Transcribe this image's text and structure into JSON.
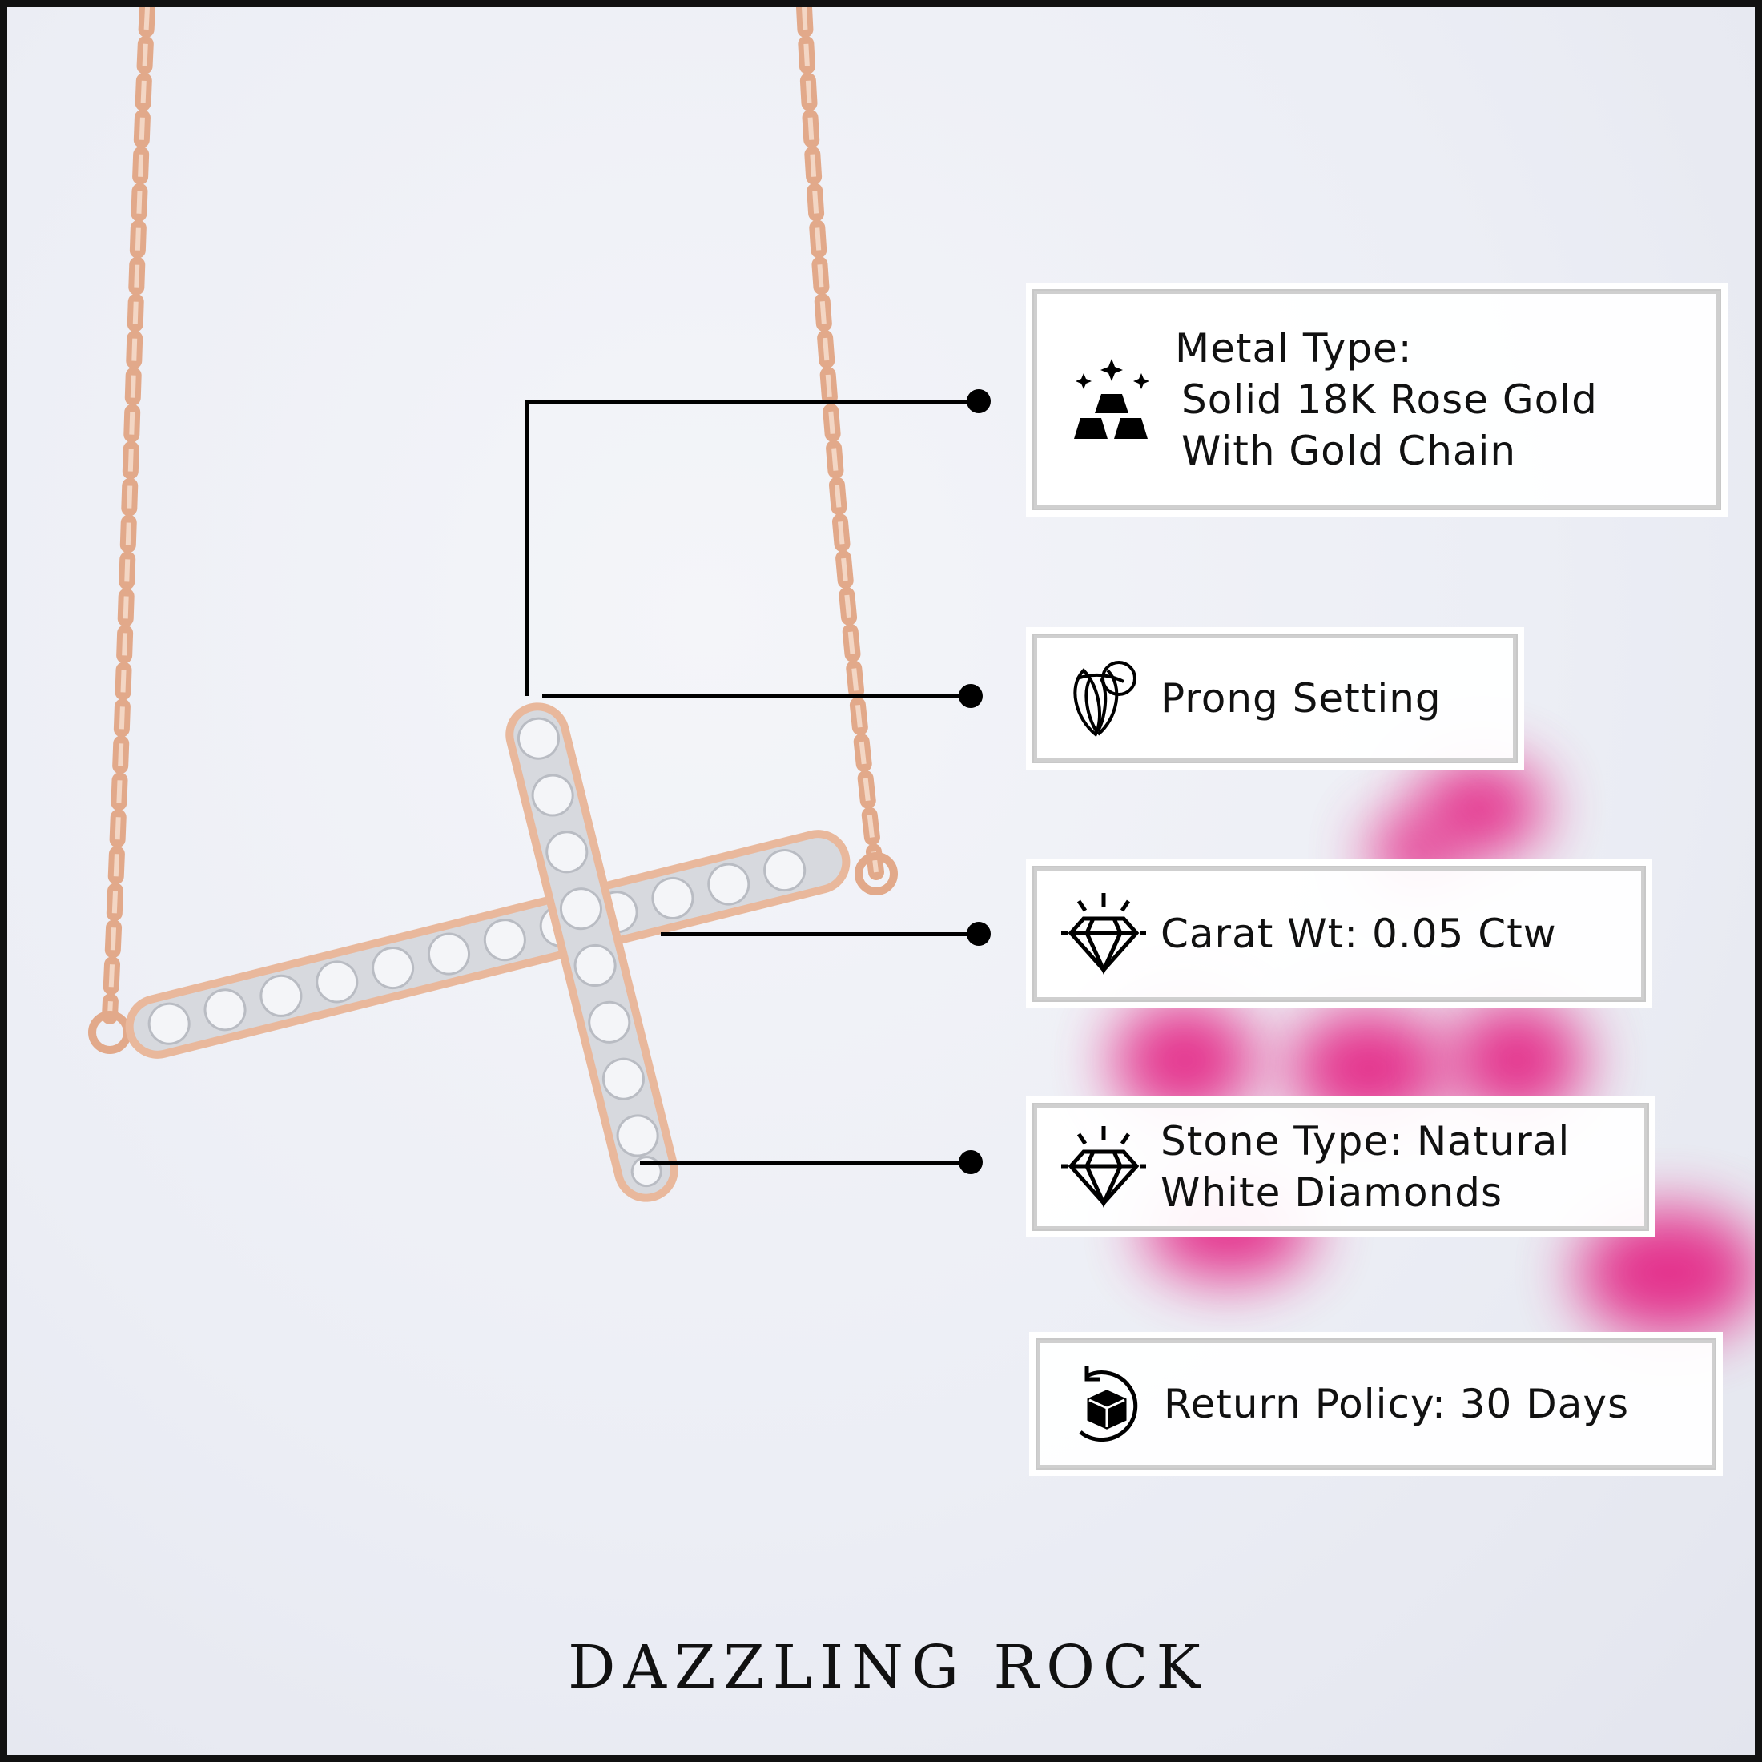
{
  "brand": "DAZZLING ROCK",
  "features": [
    {
      "icon": "gold-bars-icon",
      "lines": [
        "Metal Type:",
        "Solid 18K Rose Gold",
        "With Gold Chain"
      ]
    },
    {
      "icon": "prong-setting-icon",
      "lines": [
        "Prong Setting"
      ]
    },
    {
      "icon": "diamond-icon",
      "lines": [
        "Carat Wt: 0.05 Ctw"
      ]
    },
    {
      "icon": "diamond-icon",
      "lines": [
        "Stone Type: Natural",
        "White Diamonds"
      ]
    },
    {
      "icon": "return-box-icon",
      "lines": [
        "Return Policy: 30 Days"
      ]
    }
  ],
  "colors": {
    "background": "#eceef5",
    "rose_gold": "#e2a98a",
    "accent_pink": "#e3117a",
    "text": "#111111",
    "frame": "#111111"
  }
}
